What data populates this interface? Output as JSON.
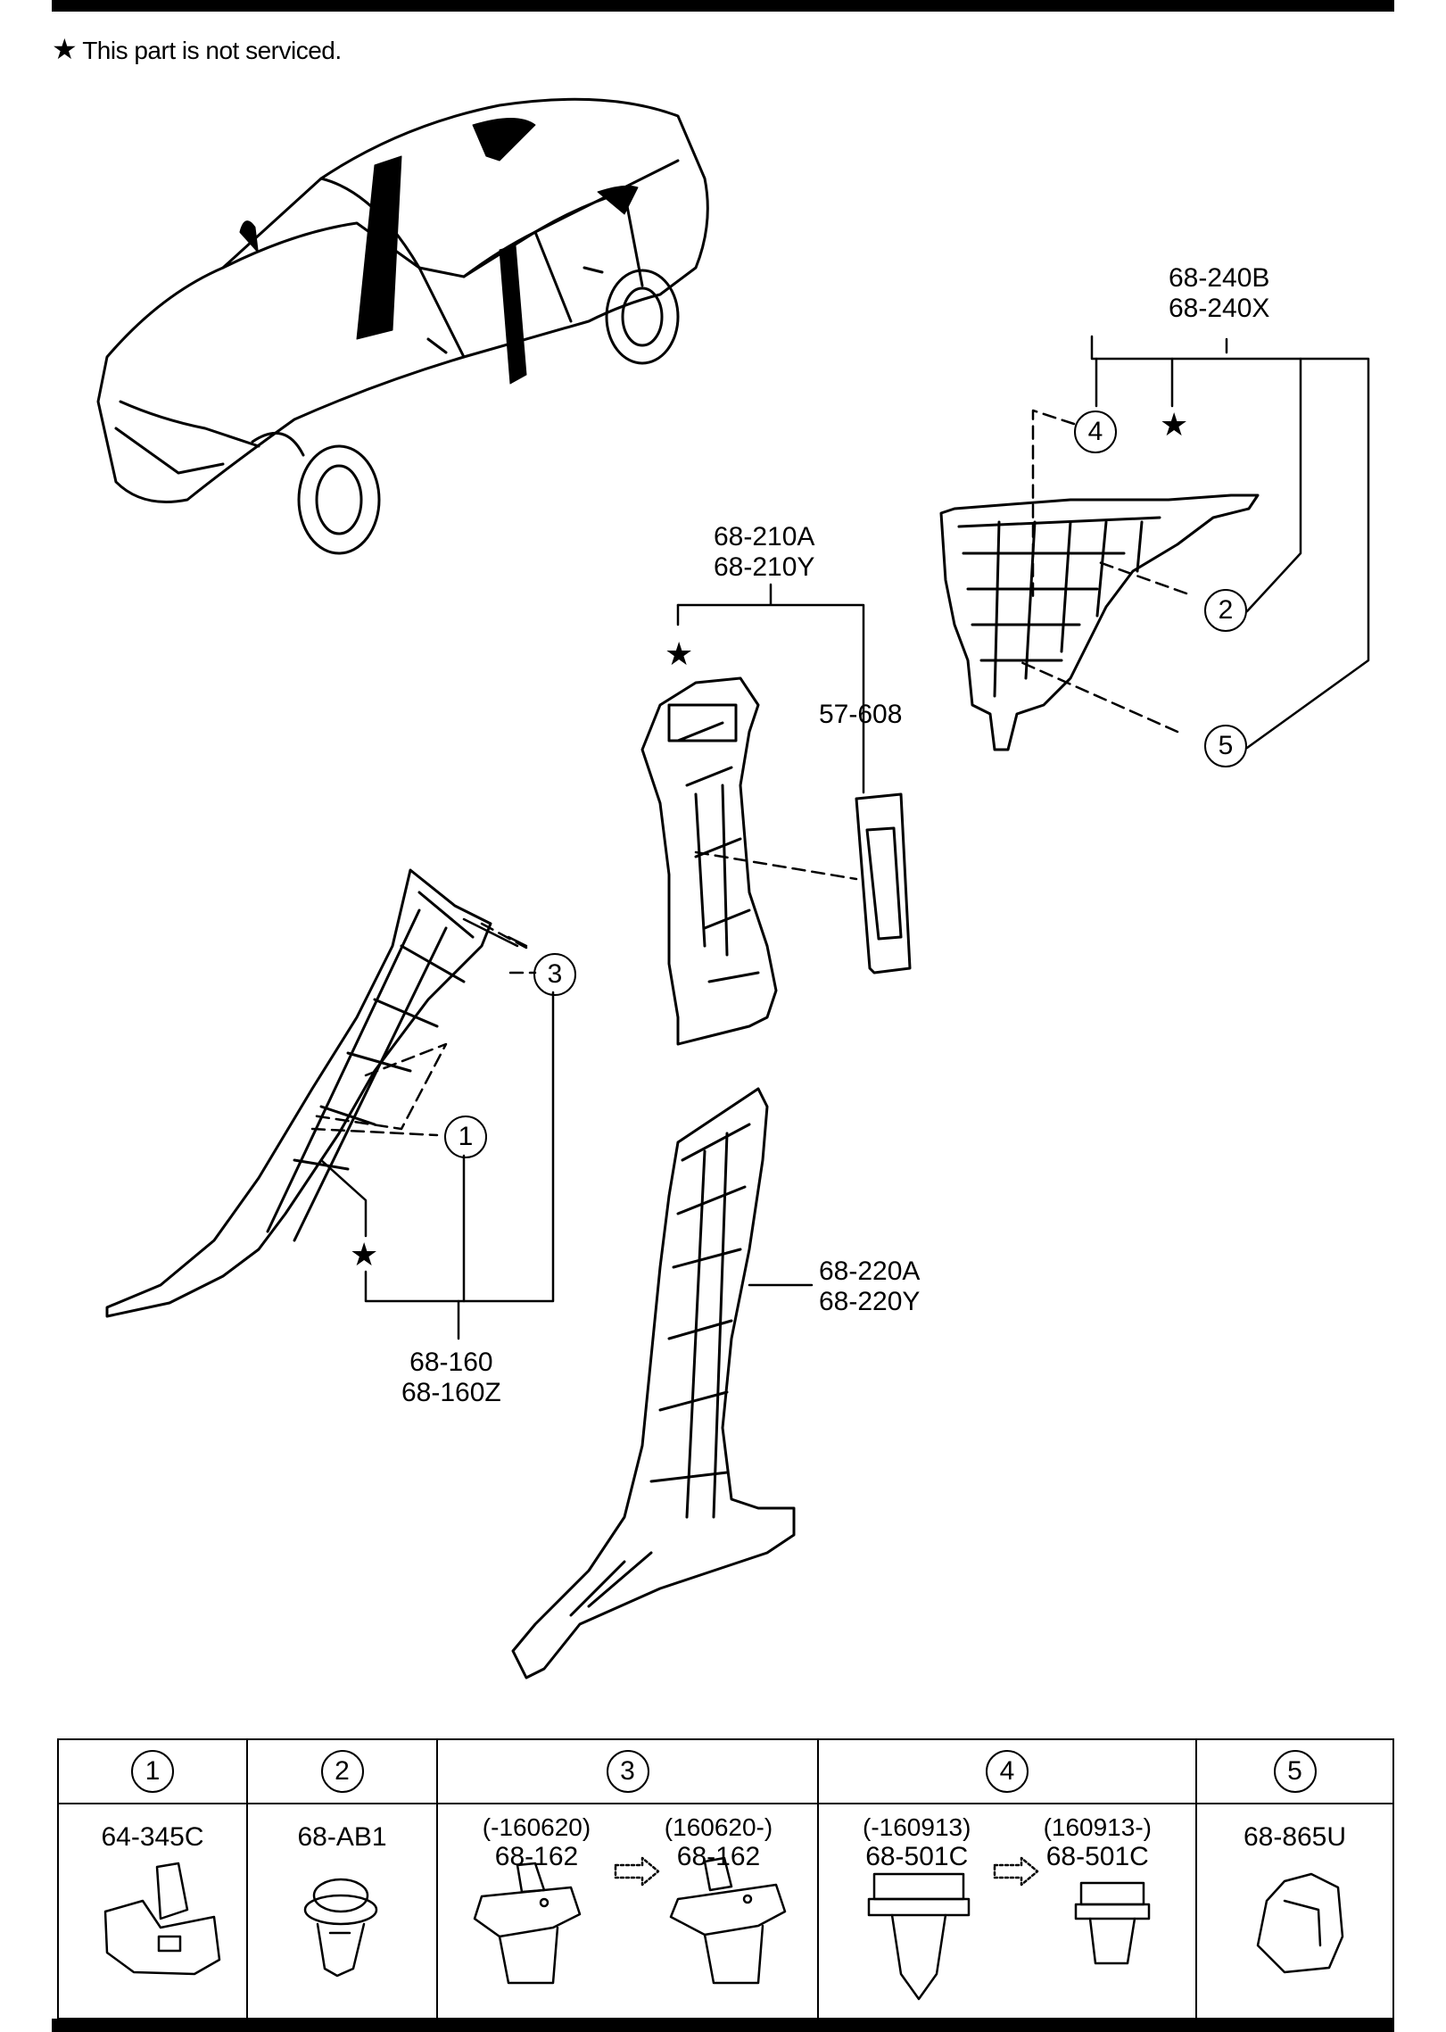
{
  "note": {
    "star": "★",
    "text": "This part is not serviced."
  },
  "callouts": {
    "c1": "1",
    "c2": "2",
    "c3": "3",
    "c4": "4",
    "c5": "5",
    "star": "★"
  },
  "labels": {
    "p240": [
      "68-240B",
      "68-240X"
    ],
    "p210": [
      "68-210A",
      "68-210Y"
    ],
    "p57": "57-608",
    "p160": [
      "68-160",
      "68-160Z"
    ],
    "p220": [
      "68-220A",
      "68-220Y"
    ]
  },
  "legend": {
    "headers": [
      "1",
      "2",
      "3",
      "4",
      "5"
    ],
    "c1": {
      "part": "64-345C"
    },
    "c2": {
      "part": "68-AB1"
    },
    "c3": {
      "before_date": "(-160620)",
      "before_part": "68-162",
      "after_date": "(160620-)",
      "after_part": "68-162"
    },
    "c4": {
      "before_date": "(-160913)",
      "before_part": "68-501C",
      "after_date": "(160913-)",
      "after_part": "68-501C"
    },
    "c5": {
      "part": "68-865U"
    }
  }
}
